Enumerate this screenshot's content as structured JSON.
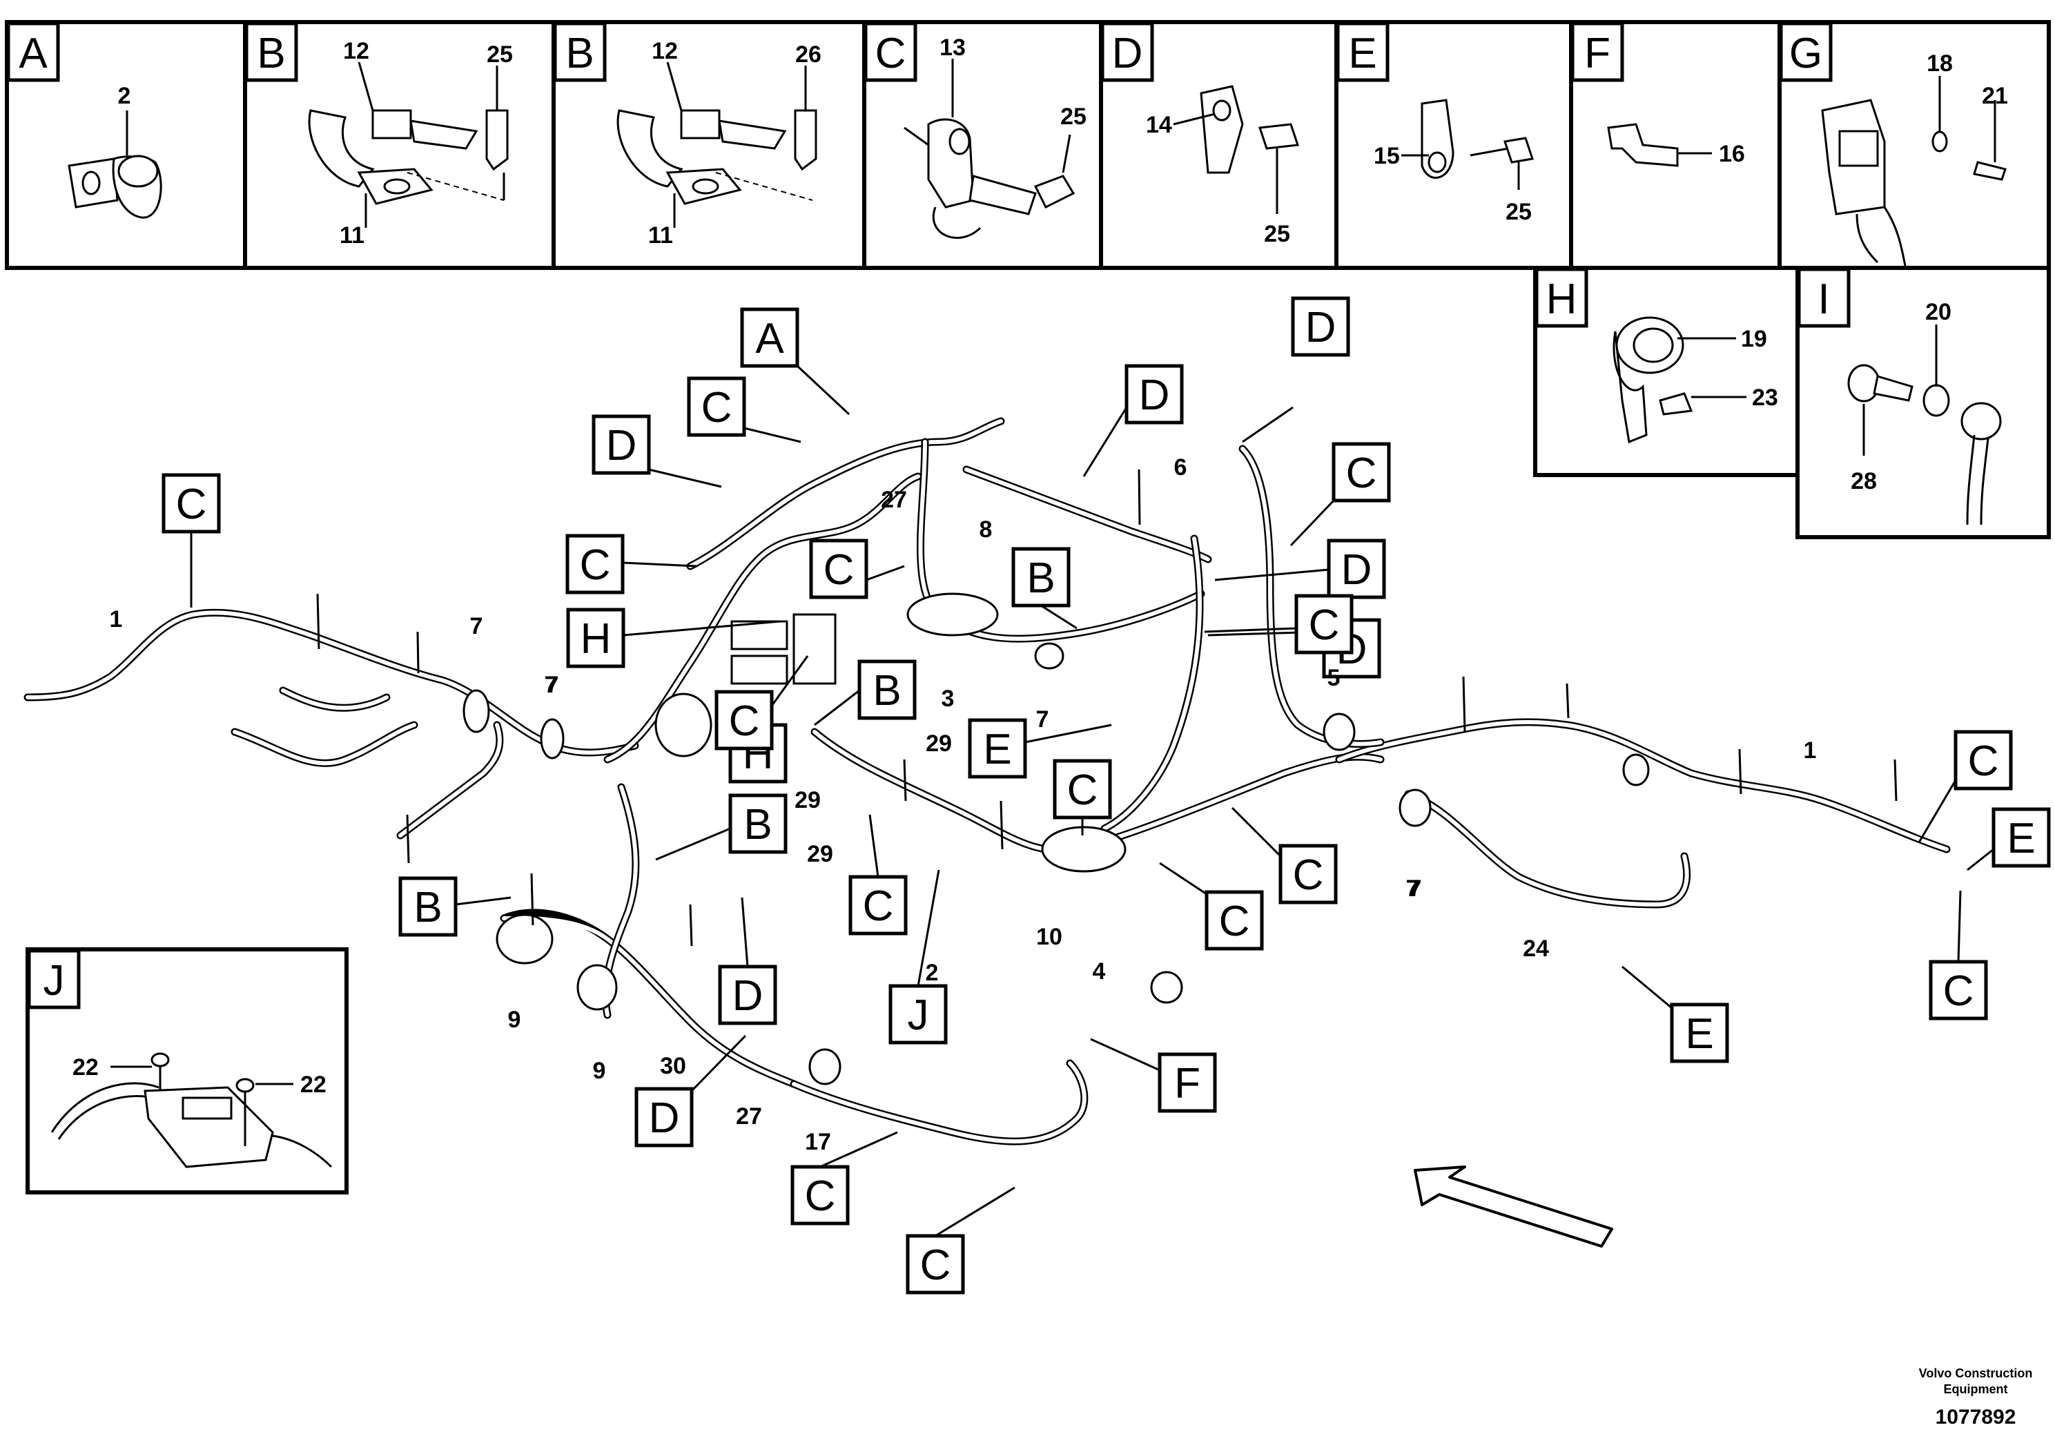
{
  "panels": [
    {
      "letter": "A",
      "parts": [
        "2"
      ]
    },
    {
      "letter": "B",
      "parts": [
        "12",
        "25",
        "11"
      ]
    },
    {
      "letter": "B",
      "parts": [
        "12",
        "26",
        "11"
      ]
    },
    {
      "letter": "C",
      "parts": [
        "13",
        "25"
      ]
    },
    {
      "letter": "D",
      "parts": [
        "14",
        "25"
      ]
    },
    {
      "letter": "E",
      "parts": [
        "15",
        "25"
      ]
    },
    {
      "letter": "F",
      "parts": [
        "16"
      ]
    },
    {
      "letter": "G",
      "parts": [
        "18",
        "21"
      ]
    },
    {
      "letter": "H",
      "parts": [
        "19",
        "23"
      ]
    },
    {
      "letter": "I",
      "parts": [
        "20",
        "28"
      ]
    },
    {
      "letter": "J",
      "parts": [
        "22",
        "22"
      ]
    }
  ],
  "callouts": [
    "A",
    "C",
    "D",
    "D",
    "C",
    "D",
    "C",
    "C",
    "D",
    "C",
    "D",
    "C",
    "B",
    "H",
    "H",
    "B",
    "E",
    "C",
    "C",
    "B",
    "B",
    "C",
    "C",
    "D",
    "C",
    "J",
    "F",
    "D",
    "E",
    "C",
    "E",
    "C",
    "C",
    "C"
  ],
  "part_numbers": [
    "1",
    "27",
    "8",
    "6",
    "3",
    "7",
    "7",
    "7",
    "29",
    "29",
    "29",
    "10",
    "7",
    "4",
    "9",
    "9",
    "30",
    "27",
    "17",
    "24",
    "1",
    "7",
    "5",
    "7",
    "2"
  ],
  "footer": {
    "company_line1": "Volvo Construction",
    "company_line2": "Equipment",
    "drawing_number": "1077892"
  }
}
